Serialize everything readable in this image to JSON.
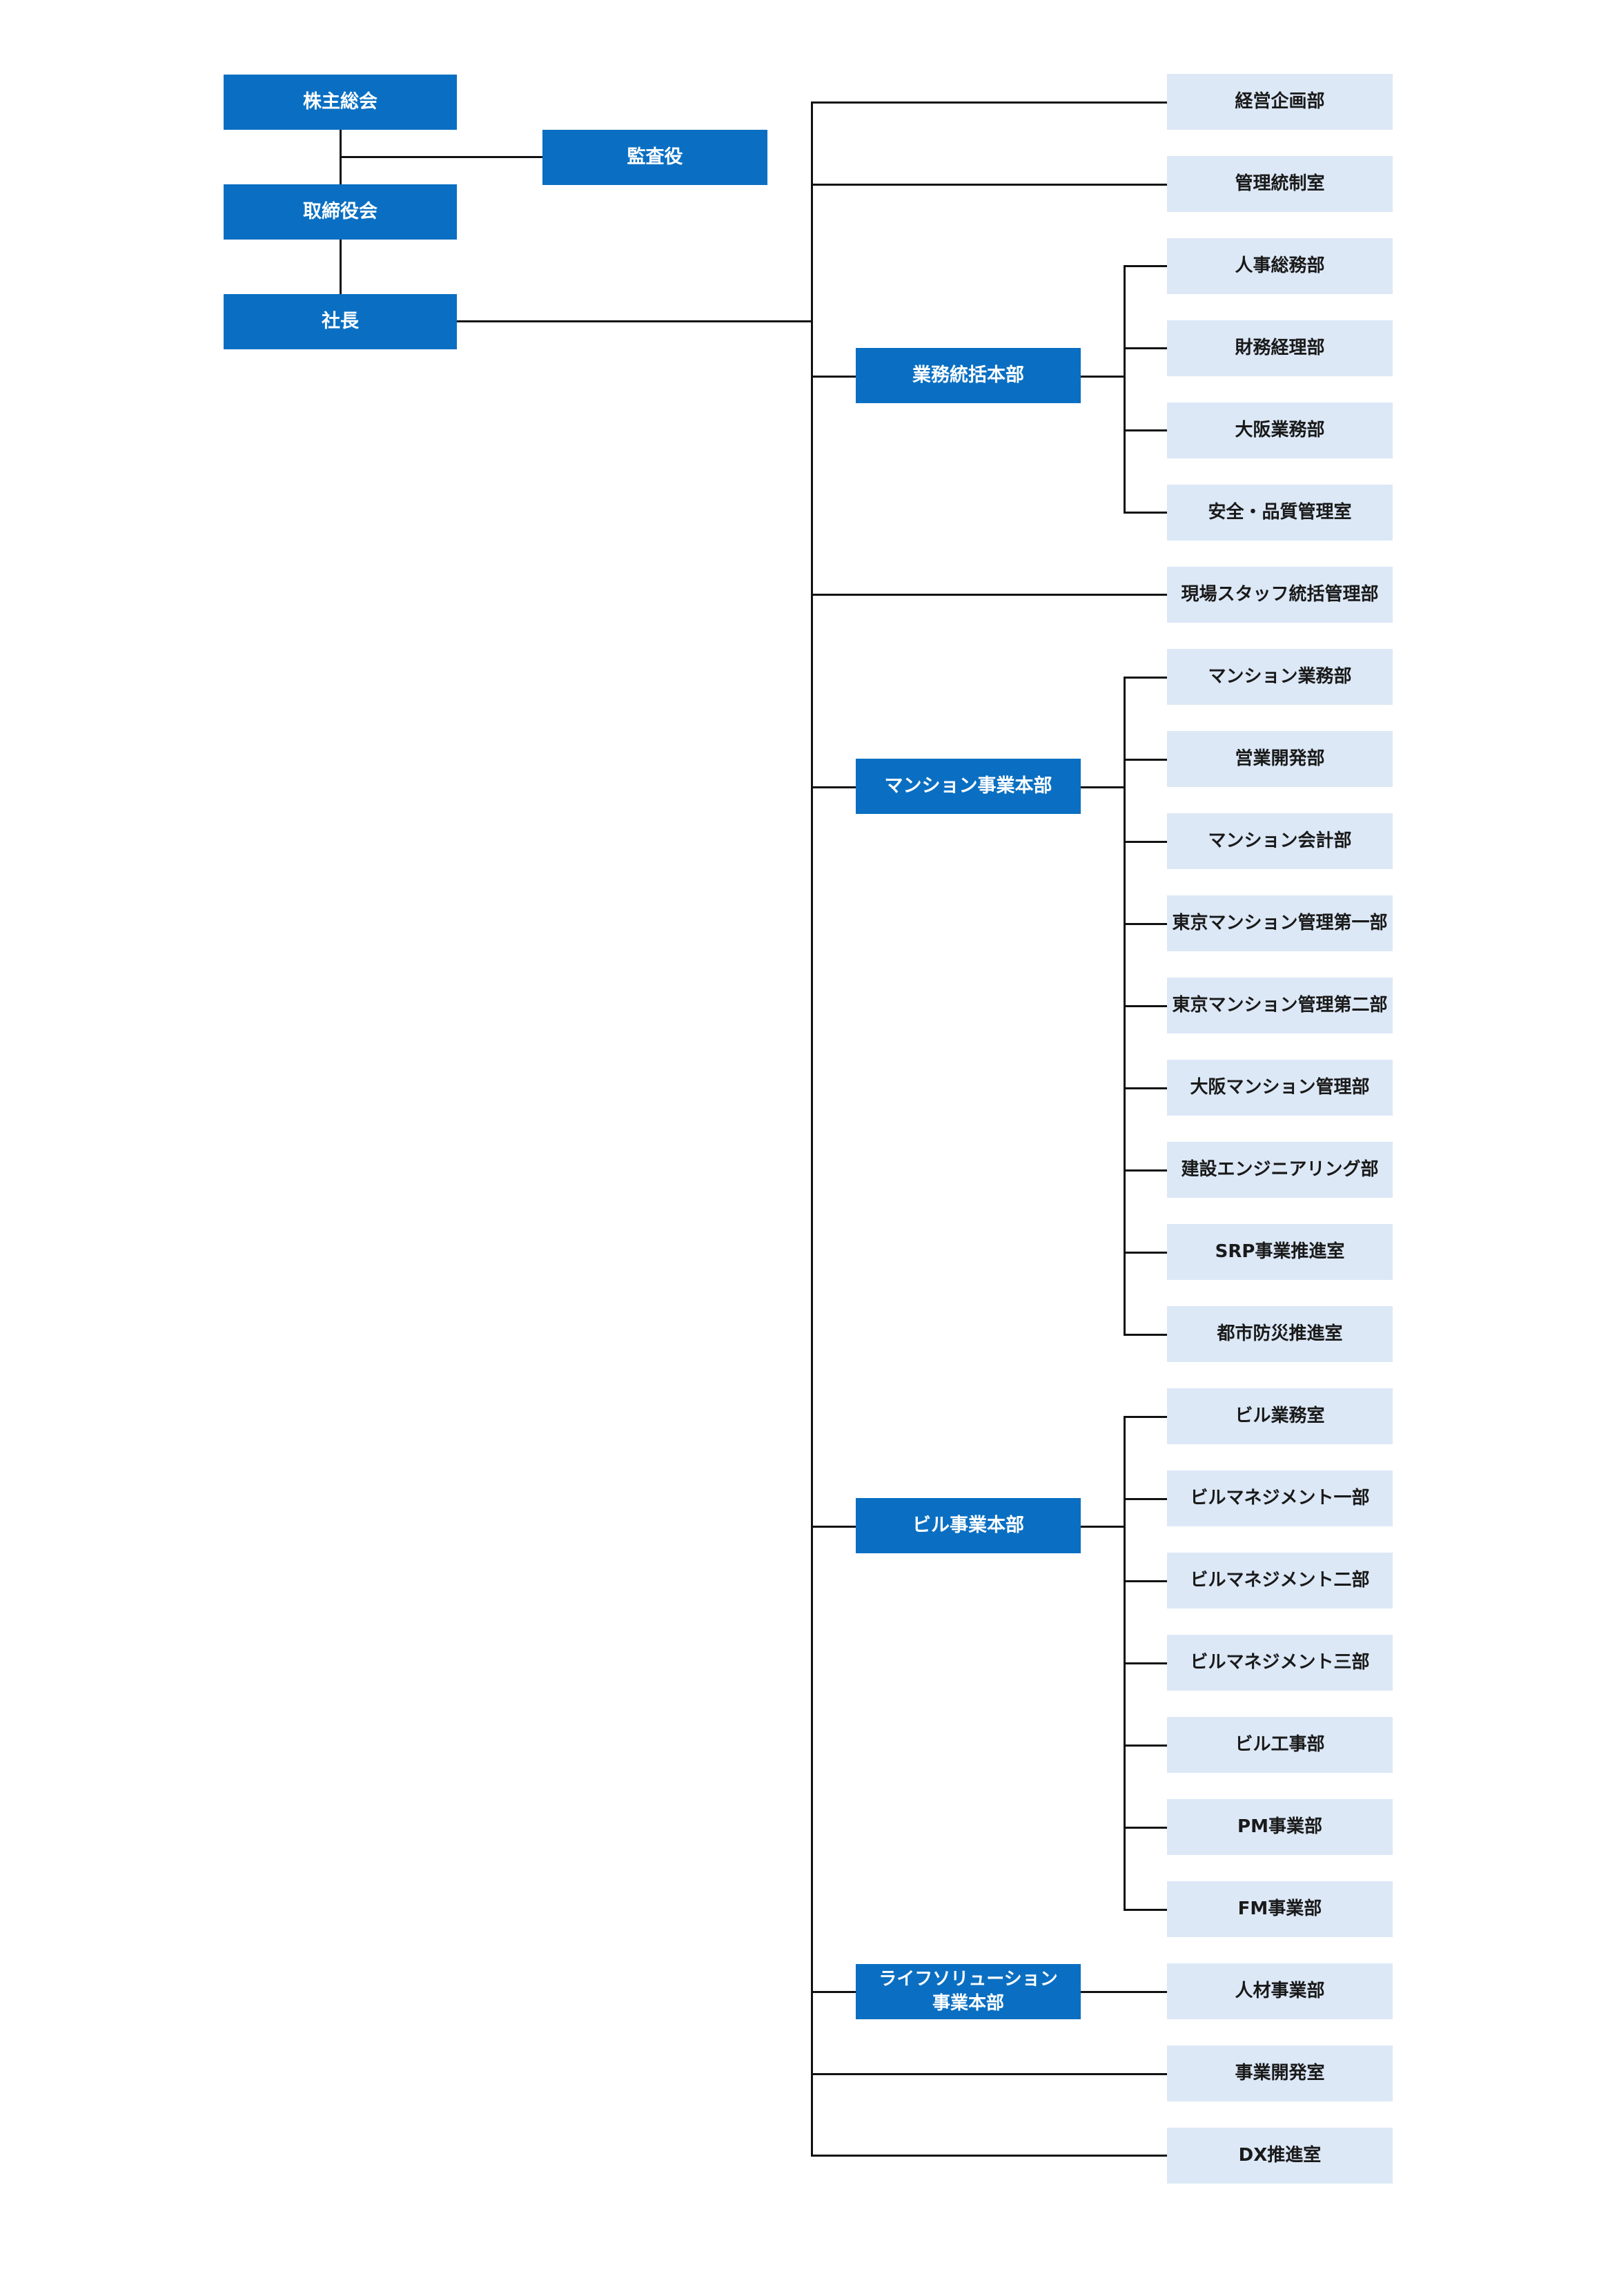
{
  "chart": {
    "colors": {
      "primary_box": "#0a6fc2",
      "secondary_box": "#dce8f6",
      "connector": "#111111"
    },
    "governance": {
      "shareholders_meeting": "株主総会",
      "auditor": "監査役",
      "board": "取締役会",
      "president": "社長"
    },
    "direct_departments_top": [
      "経営企画部",
      "管理統制室"
    ],
    "divisions": [
      {
        "name": "業務統括本部",
        "departments": [
          "人事総務部",
          "財務経理部",
          "大阪業務部",
          "安全・品質管理室"
        ]
      },
      {
        "name": "マンション事業本部",
        "departments": [
          "マンション業務部",
          "営業開発部",
          "マンション会計部",
          "東京マンション管理第一部",
          "東京マンション管理第二部",
          "大阪マンション管理部",
          "建設エンジニアリング部",
          "SRP事業推進室",
          "都市防災推進室"
        ]
      },
      {
        "name": "ビル事業本部",
        "departments": [
          "ビル業務室",
          "ビルマネジメント一部",
          "ビルマネジメント二部",
          "ビルマネジメント三部",
          "ビル工事部",
          "PM事業部",
          "FM事業部"
        ]
      },
      {
        "name": "ライフソリューション\n事業本部",
        "departments": [
          "人材事業部"
        ]
      }
    ],
    "direct_departments_mid": [
      "現場スタッフ統括管理部"
    ],
    "direct_departments_bottom": [
      "事業開発室",
      "DX推進室"
    ]
  }
}
